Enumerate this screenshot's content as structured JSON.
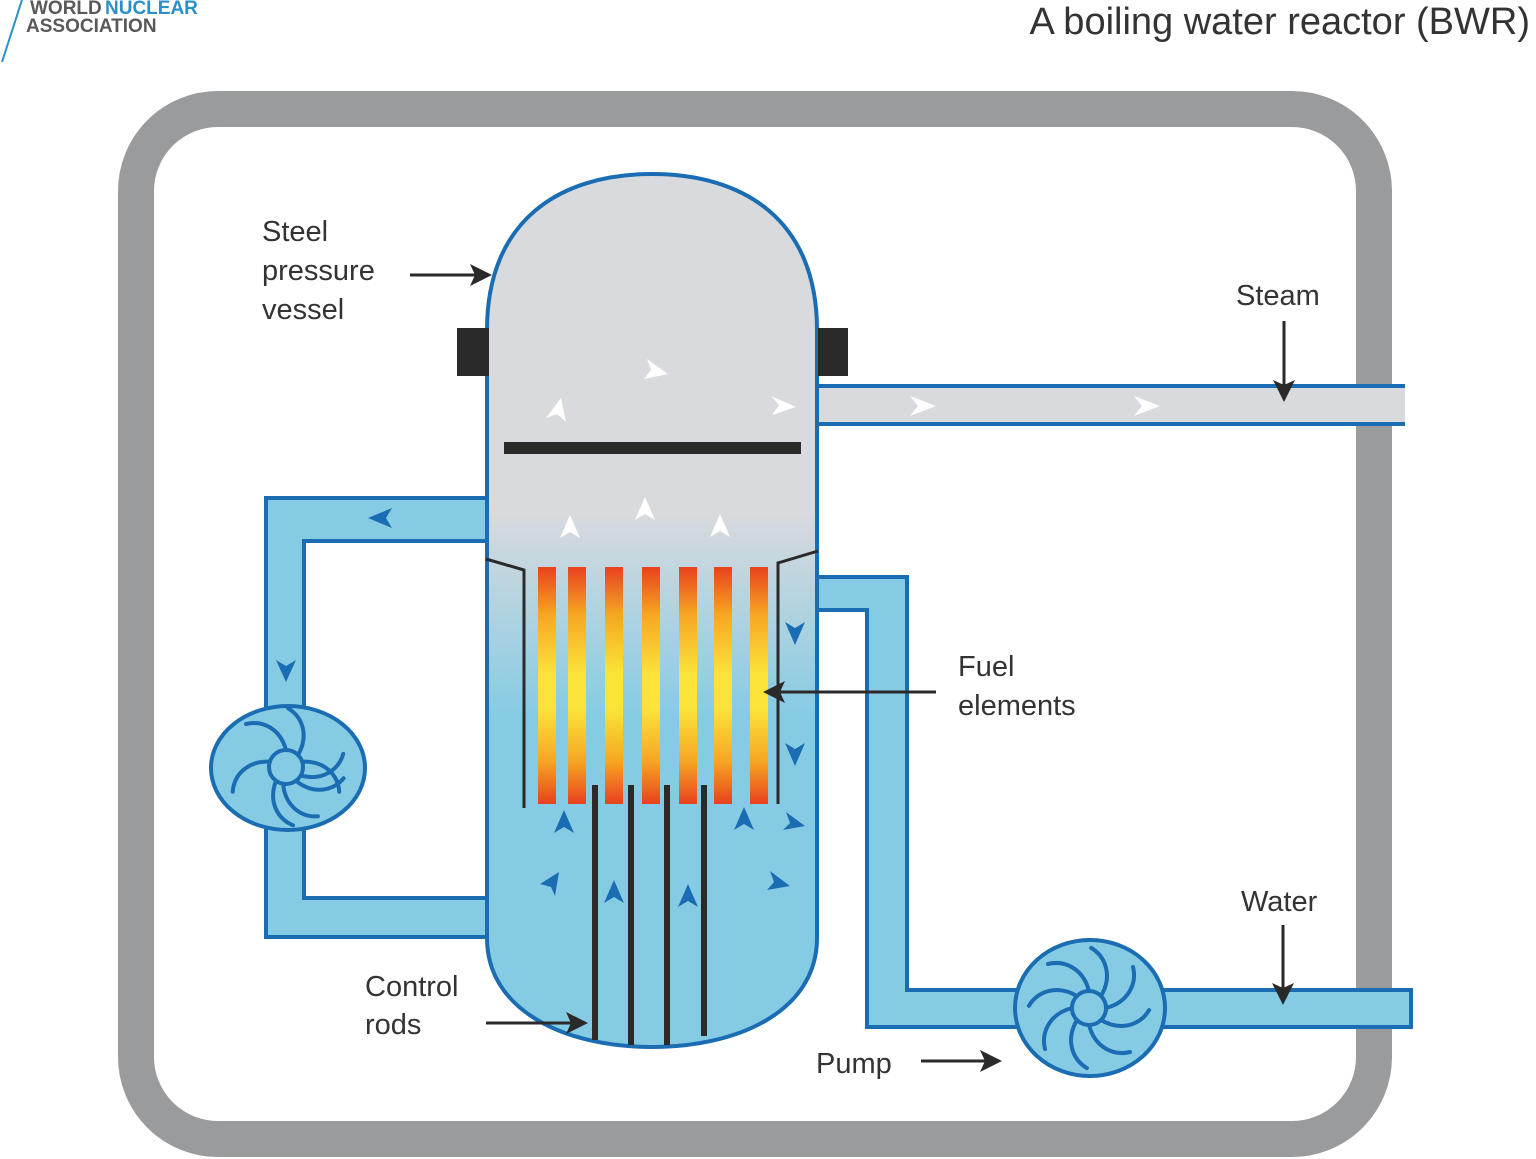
{
  "logo": {
    "line1_a": "WORLD",
    "line1_b": "NUCLEAR",
    "line2": "ASSOCIATION"
  },
  "title": "A boiling water reactor (BWR)",
  "labels": {
    "vessel": [
      "Steel",
      "pressure",
      "vessel"
    ],
    "steam": "Steam",
    "fuel": [
      "Fuel",
      "elements"
    ],
    "control": [
      "Control",
      "rods"
    ],
    "water": "Water",
    "pump": "Pump"
  },
  "colors": {
    "containment": "#9a9b9d",
    "pipe_outline": "#1b6db3",
    "water": "#86cbe4",
    "steam": "#d8dadd",
    "dark": "#2a2a2b",
    "logo_blue": "#2b8fc8"
  }
}
